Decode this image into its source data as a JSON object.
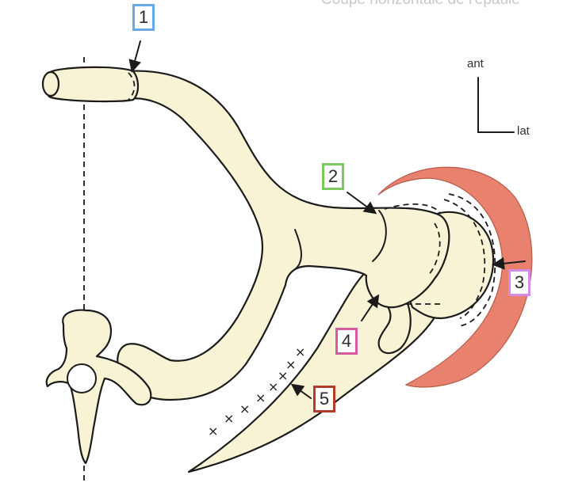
{
  "caption": "Coupe horizontale de l'épaule",
  "orientation": {
    "anterior": "ant",
    "lateral": "lat"
  },
  "labels": [
    {
      "id": "1",
      "text": "1",
      "color": "#6aa9e8"
    },
    {
      "id": "2",
      "text": "2",
      "color": "#7cc860"
    },
    {
      "id": "3",
      "text": "3",
      "color": "#d58ce6"
    },
    {
      "id": "4",
      "text": "4",
      "color": "#d75a9e"
    },
    {
      "id": "5",
      "text": "5",
      "color": "#b43a2a"
    }
  ],
  "colors": {
    "bone": "#f9f3d6",
    "muscle": "#e8826f",
    "outline": "#1b1b1b"
  }
}
